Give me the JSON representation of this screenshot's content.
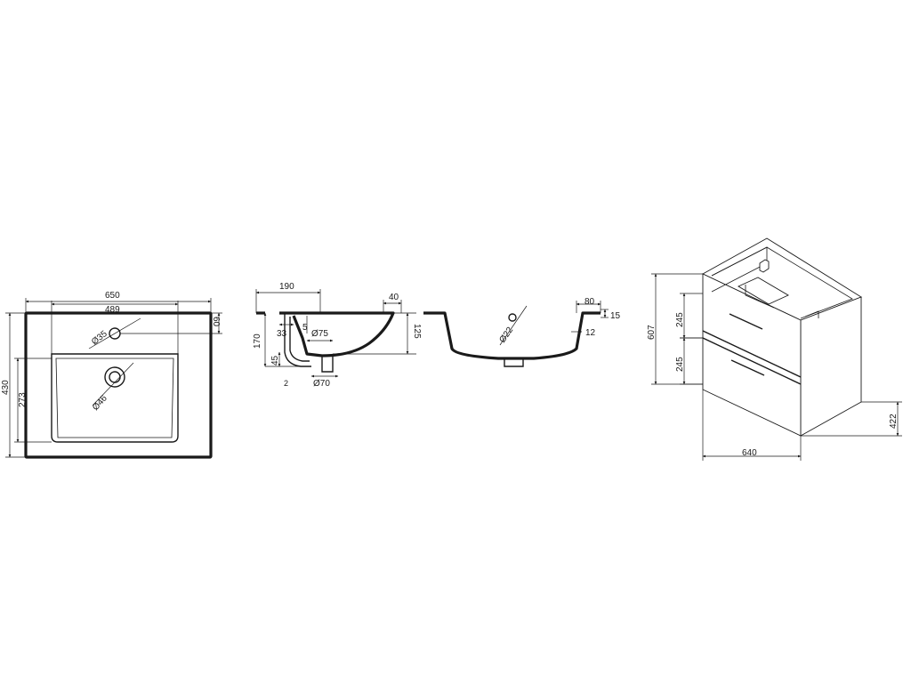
{
  "top_view": {
    "width": "650",
    "inner_width": "489",
    "depth": "430",
    "bowl_depth": "273",
    "tap_hole_offset": "60",
    "tap_hole_dia": "Ø35",
    "drain_dia": "Ø46"
  },
  "section_side": {
    "width": "190",
    "rim": "40",
    "height": "170",
    "height_right": "125",
    "tap": "33",
    "drop": "5",
    "overflow_dia": "Ø75",
    "bottom": "45",
    "drain_dia": "Ø70",
    "small": "2"
  },
  "section_front": {
    "rim": "80",
    "thickness": "15",
    "lip": "12",
    "hole_dia": "Ø22"
  },
  "cabinet": {
    "height": "607",
    "drawer_upper": "245",
    "drawer_lower": "245",
    "width": "640",
    "depth": "422"
  }
}
